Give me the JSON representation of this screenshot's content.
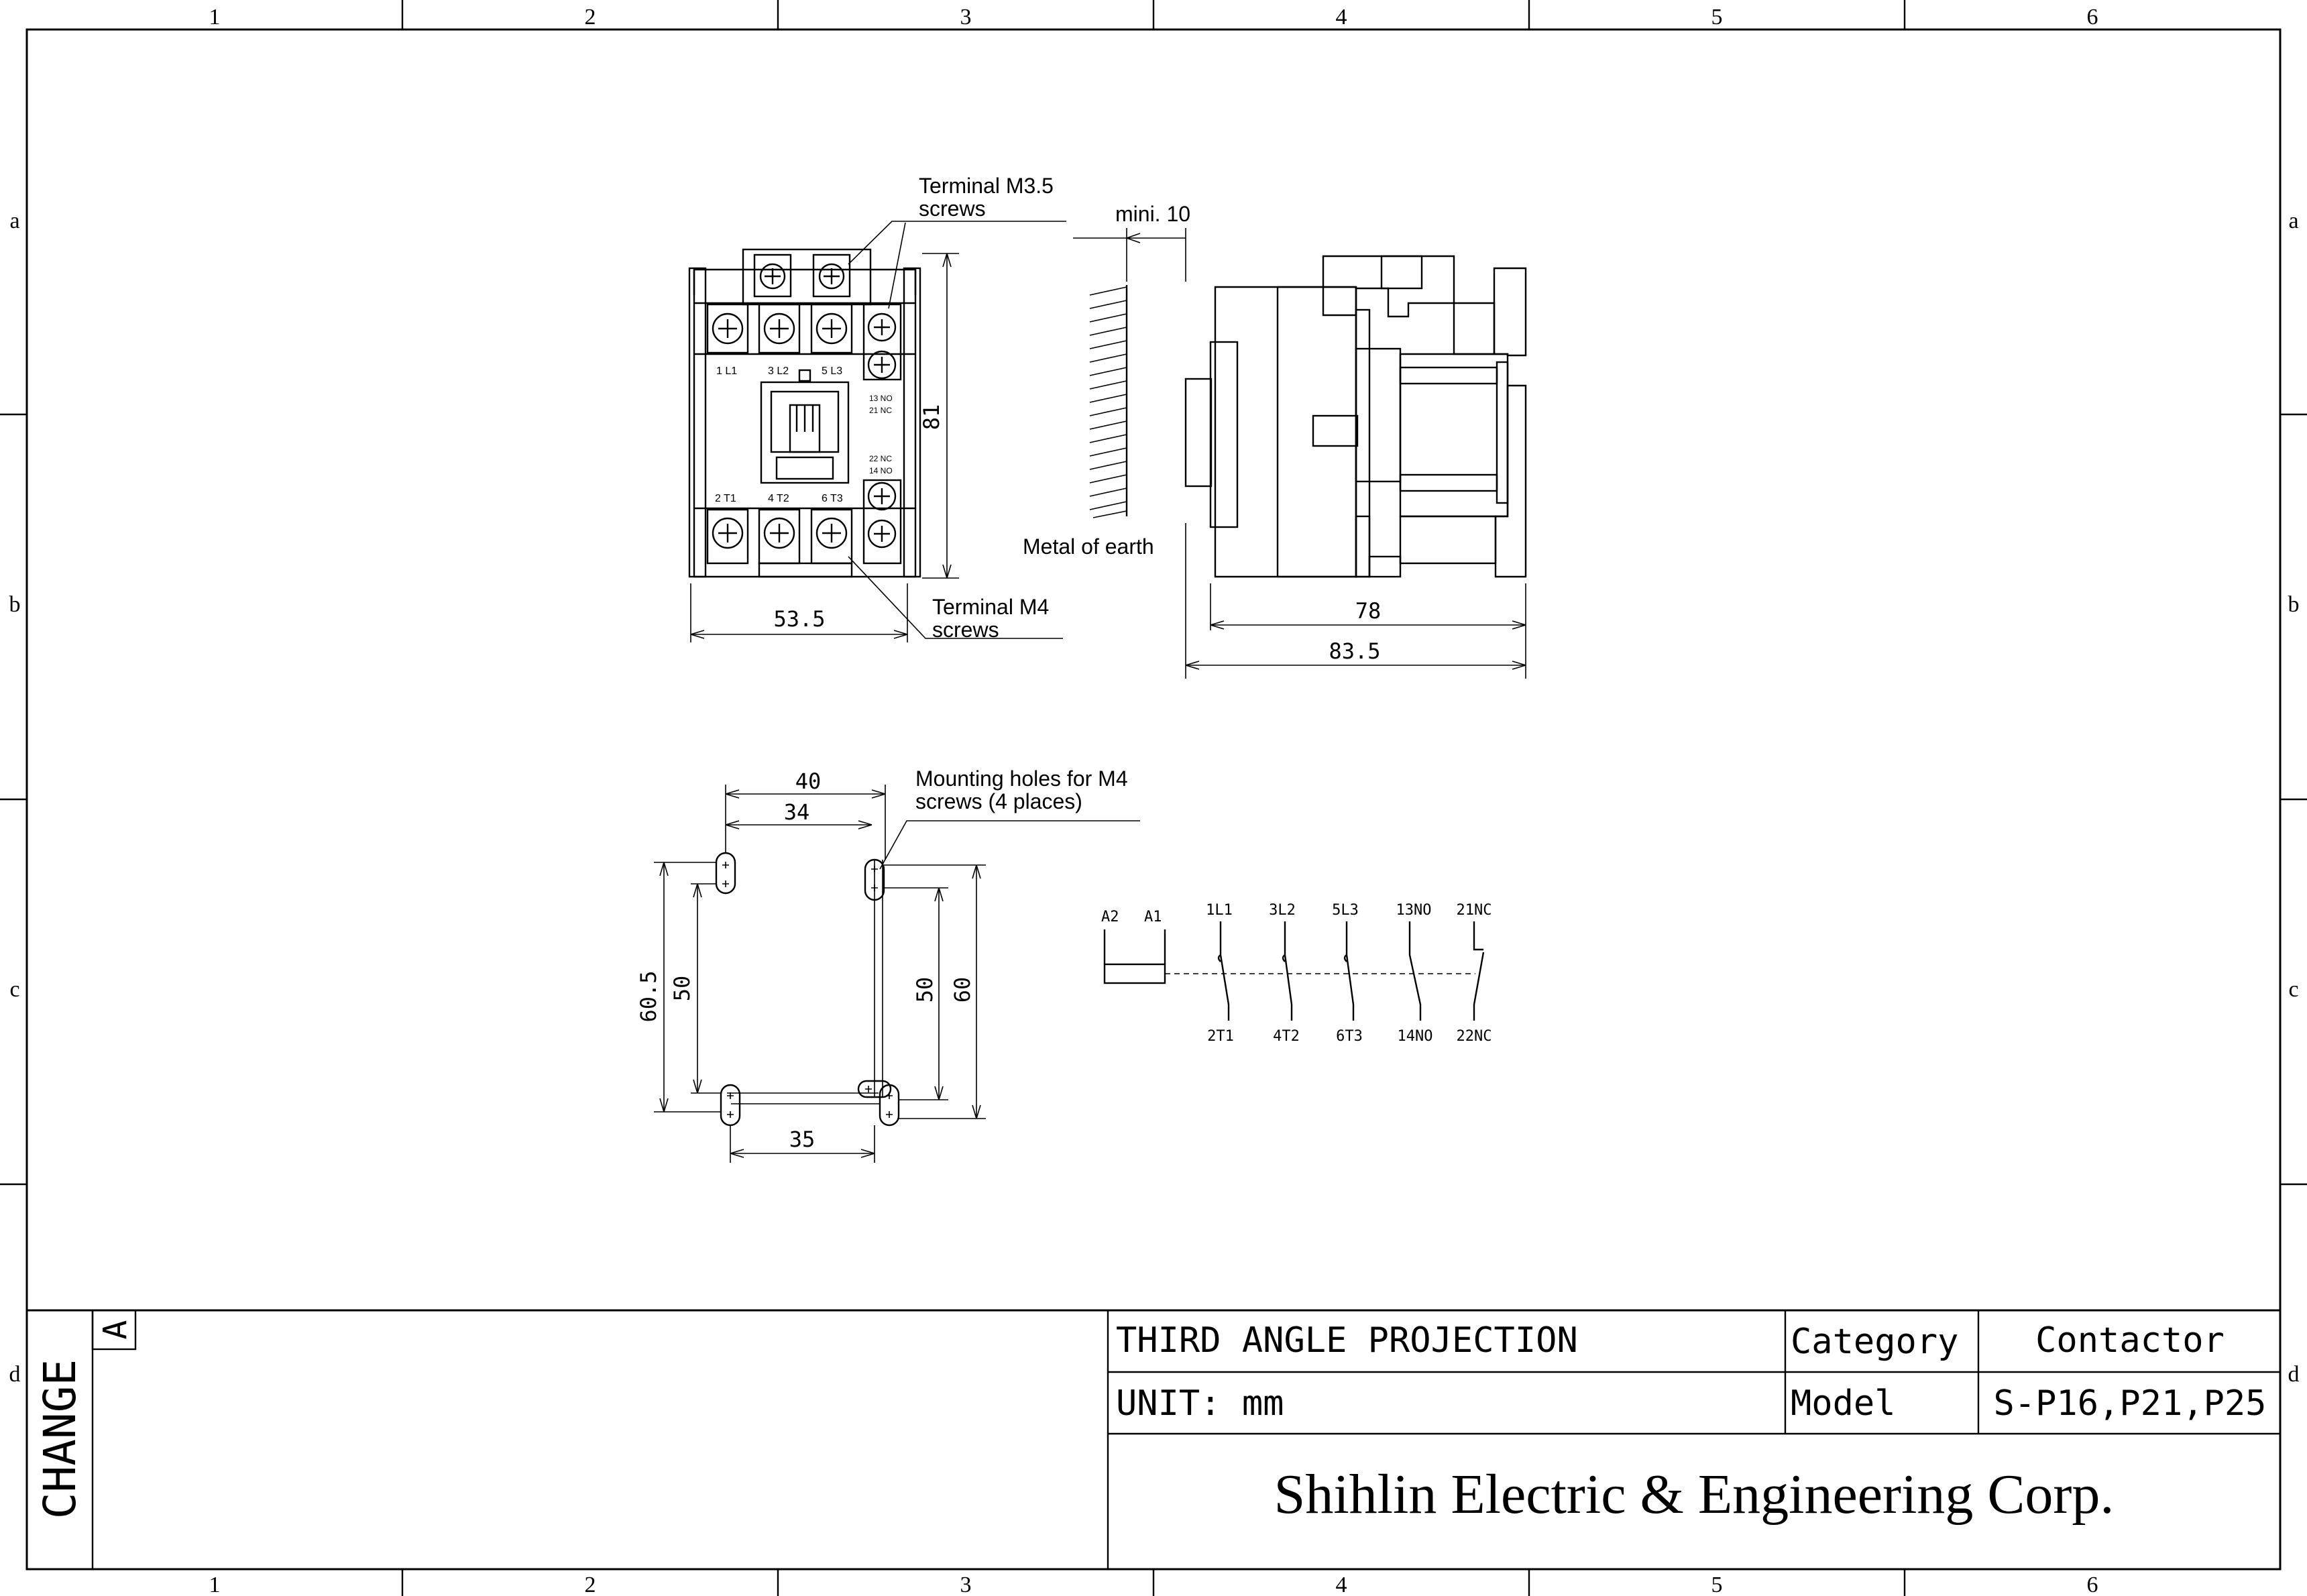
{
  "frame": {
    "columns": [
      "1",
      "2",
      "3",
      "4",
      "5",
      "6"
    ],
    "rows": [
      "a",
      "b",
      "c",
      "d"
    ]
  },
  "front_view": {
    "terminal_labels_top": [
      "1 L1",
      "3 L2",
      "5 L3"
    ],
    "terminal_labels_bottom": [
      "2 T1",
      "4 T2",
      "6 T3"
    ],
    "aux_top": [
      "13 NO",
      "21 NC"
    ],
    "aux_bottom": [
      "22 NC",
      "14 NO"
    ],
    "callout_top": [
      "Terminal M3.5",
      "screws"
    ],
    "callout_bottom": [
      "Terminal M4",
      "screws"
    ],
    "dim_width": "53.5",
    "dim_height": "81"
  },
  "side_view": {
    "dim_clearance": "mini. 10",
    "wall_label": "Metal of earth",
    "dim_depth_1": "78",
    "dim_depth_2": "83.5"
  },
  "mounting": {
    "callout": [
      "Mounting holes for M4",
      "screws (4 places)"
    ],
    "dim_40": "40",
    "dim_34": "34",
    "dim_35": "35",
    "dim_60_5": "60.5",
    "dim_50_left": "50",
    "dim_50_right": "50",
    "dim_60": "60"
  },
  "schematic": {
    "coil": [
      "A2",
      "A1"
    ],
    "top": [
      "1L1",
      "3L2",
      "5L3",
      "13NO",
      "21NC"
    ],
    "bottom": [
      "2T1",
      "4T2",
      "6T3",
      "14NO",
      "22NC"
    ]
  },
  "title_block": {
    "change": "CHANGE",
    "rev": "A",
    "projection": "THIRD ANGLE PROJECTION",
    "unit": "UNIT:  mm",
    "category_label": "Category",
    "category_value": "Contactor",
    "model_label": "Model",
    "model_value": "S-P16,P21,P25",
    "company": "Shihlin Electric & Engineering Corp."
  }
}
